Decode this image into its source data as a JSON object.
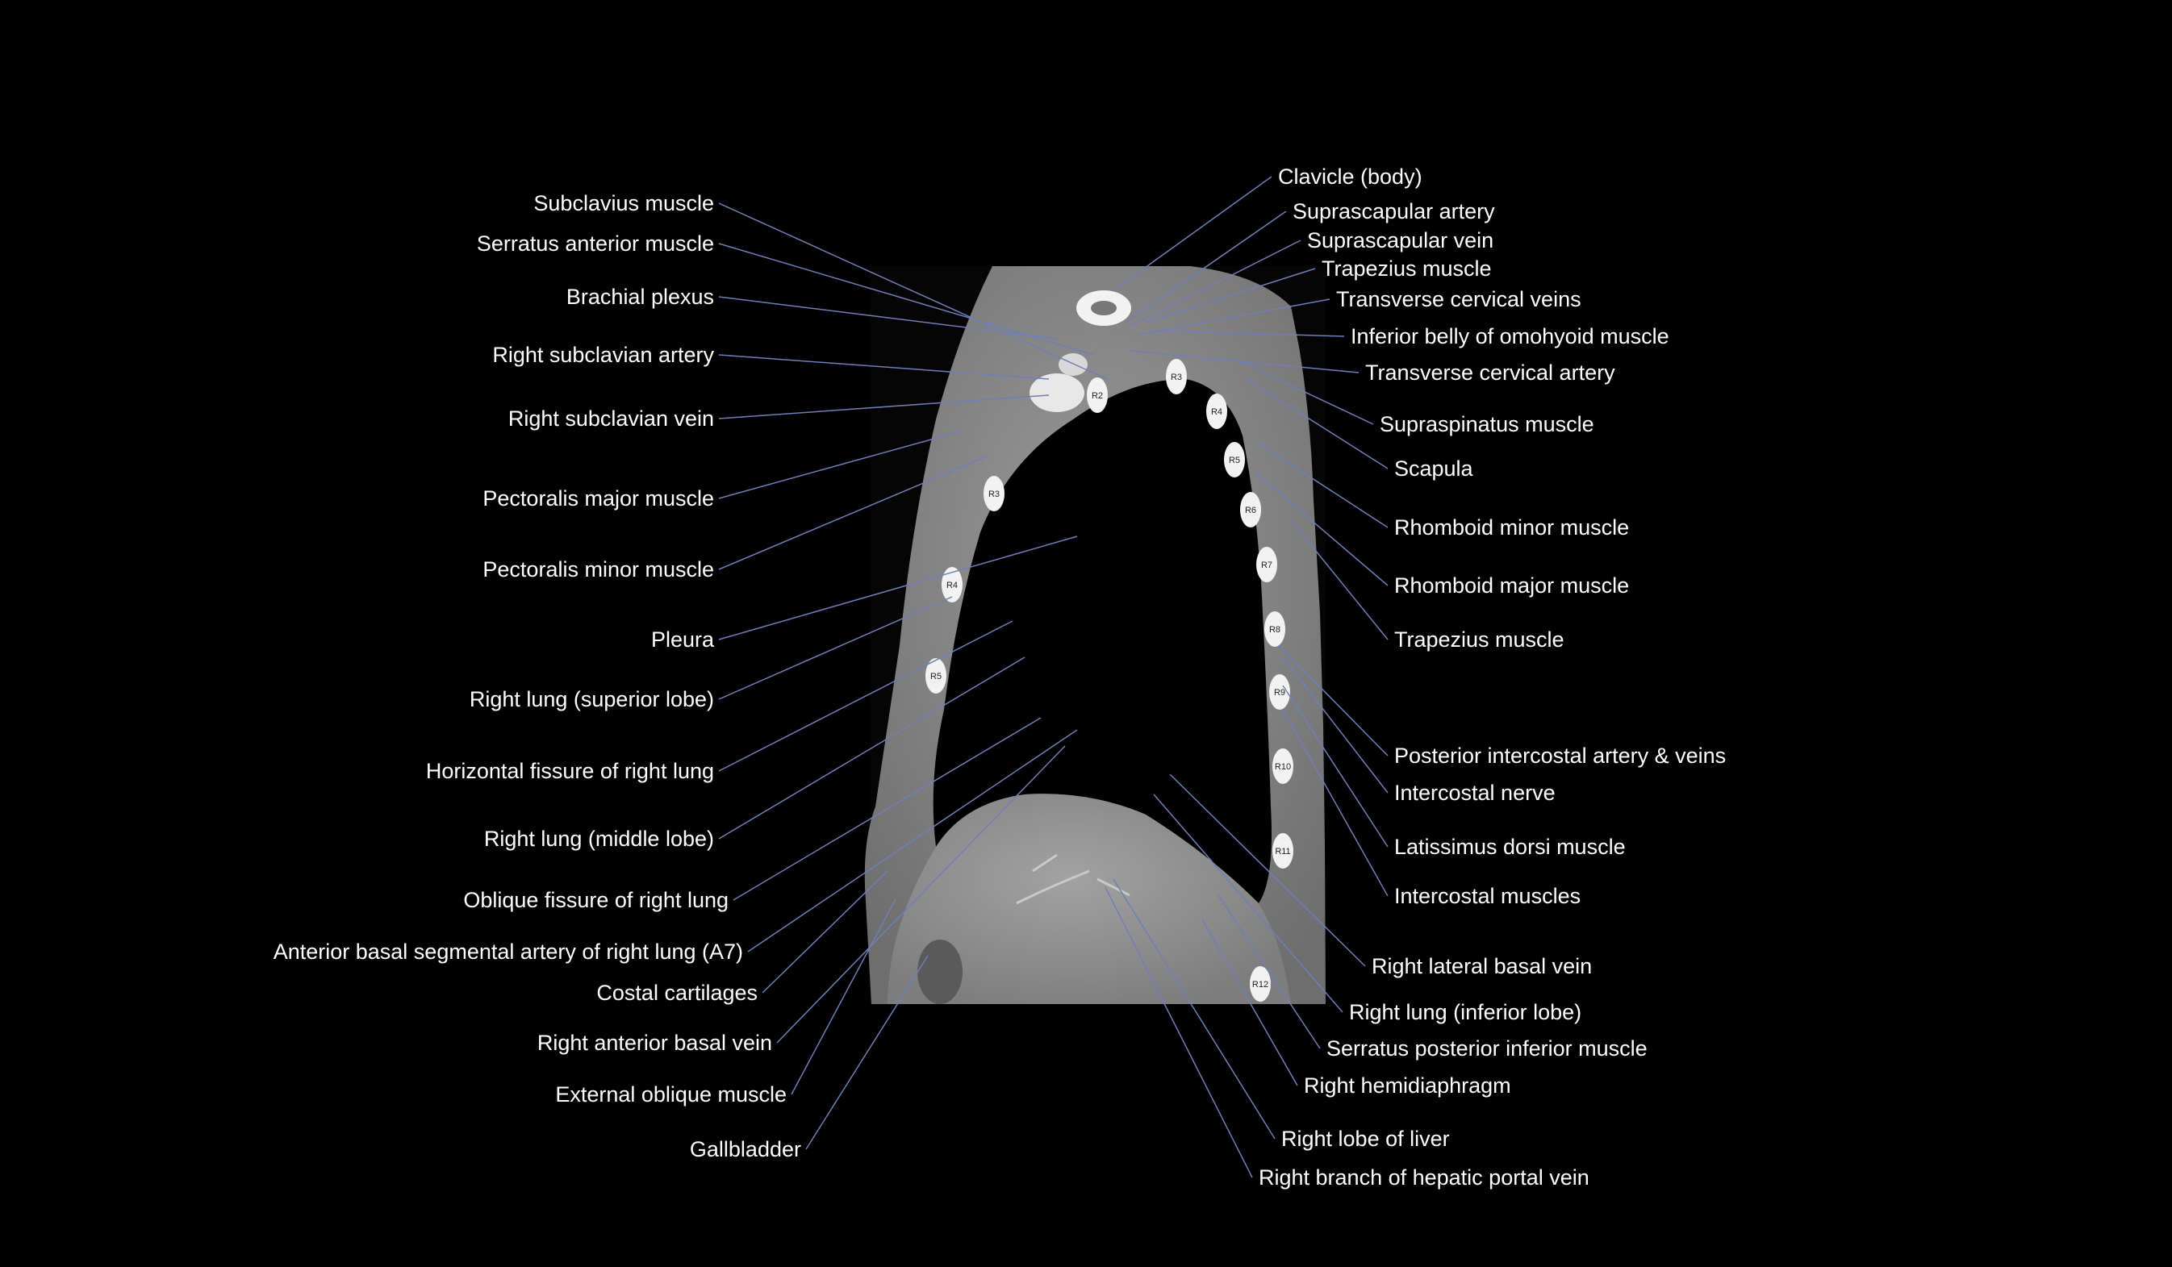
{
  "figure": {
    "colors": {
      "background": "#000000",
      "label": "#ffffff",
      "leader_line": "#6f7fb8",
      "tissue": "#8a8a8a",
      "bone": "#f2f2f2"
    }
  },
  "labels_left": [
    "Subclavius muscle",
    "Serratus anterior muscle",
    "Brachial plexus",
    "Right subclavian artery",
    "Right subclavian vein",
    "Pectoralis major muscle",
    "Pectoralis minor muscle",
    "Pleura",
    "Right lung (superior lobe)",
    "Horizontal fissure of right lung",
    "Right lung (middle lobe)",
    "Oblique fissure of right lung",
    "Anterior basal segmental artery of right lung (A7)",
    "Costal cartilages",
    "Right anterior basal vein",
    "External oblique muscle",
    "Gallbladder"
  ],
  "labels_right": [
    "Clavicle (body)",
    "Suprascapular artery",
    "Suprascapular vein",
    "Trapezius muscle",
    "Transverse cervical veins",
    "Inferior belly of omohyoid muscle",
    "Transverse cervical artery",
    "Supraspinatus muscle",
    "Scapula",
    "Rhomboid minor muscle",
    "Rhomboid major muscle",
    "Trapezius muscle",
    "Posterior intercostal artery & veins",
    "Intercostal nerve",
    "Latissimus dorsi muscle",
    "Intercostal muscles",
    "Right lateral basal vein",
    "Right lung (inferior lobe)",
    "Serratus posterior inferior muscle",
    "Right hemidiaphragm",
    "Right lobe of liver",
    "Right branch of hepatic portal vein"
  ],
  "rib_markers": [
    "R2",
    "R3",
    "R4",
    "R5",
    "R6",
    "R7",
    "R8",
    "R9",
    "R10",
    "R11",
    "R12",
    "R3",
    "R4",
    "R5"
  ]
}
